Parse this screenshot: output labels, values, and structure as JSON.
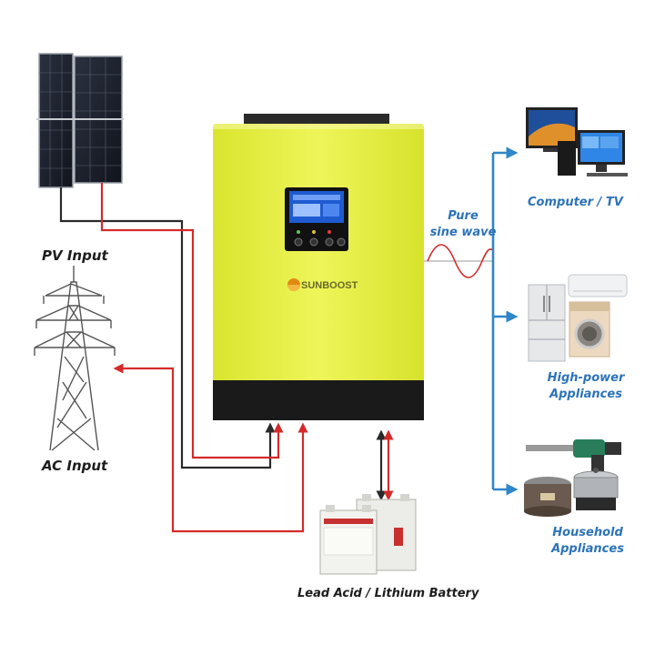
{
  "labels": {
    "pv_input": "PV Input",
    "ac_input": "AC Input",
    "battery": "Lead Acid / Lithium Battery",
    "pure_line1": "Pure",
    "pure_line2": "sine wave",
    "computer_tv": "Computer / TV",
    "high_power_line1": "High-power",
    "high_power_line2": "Appliances",
    "household_line1": "Household",
    "household_line2": "Appliances"
  },
  "brand": "SUNBOOST",
  "colors": {
    "inverter_body": "#e3ee3c",
    "inverter_dark": "#1a1a1a",
    "flow_red": "#d42a2a",
    "flow_dark": "#2a2a2a",
    "output_blue": "#2f86c8",
    "label_blue": "#2d73b9"
  },
  "icons": [
    "solar-panel-icon",
    "transmission-tower-icon",
    "inverter-icon",
    "battery-icon",
    "computer-tv-icon",
    "fridge-icon",
    "air-conditioner-icon",
    "washing-machine-icon",
    "drill-icon",
    "rice-cooker-icon",
    "cooking-pot-icon",
    "sine-wave-icon"
  ]
}
